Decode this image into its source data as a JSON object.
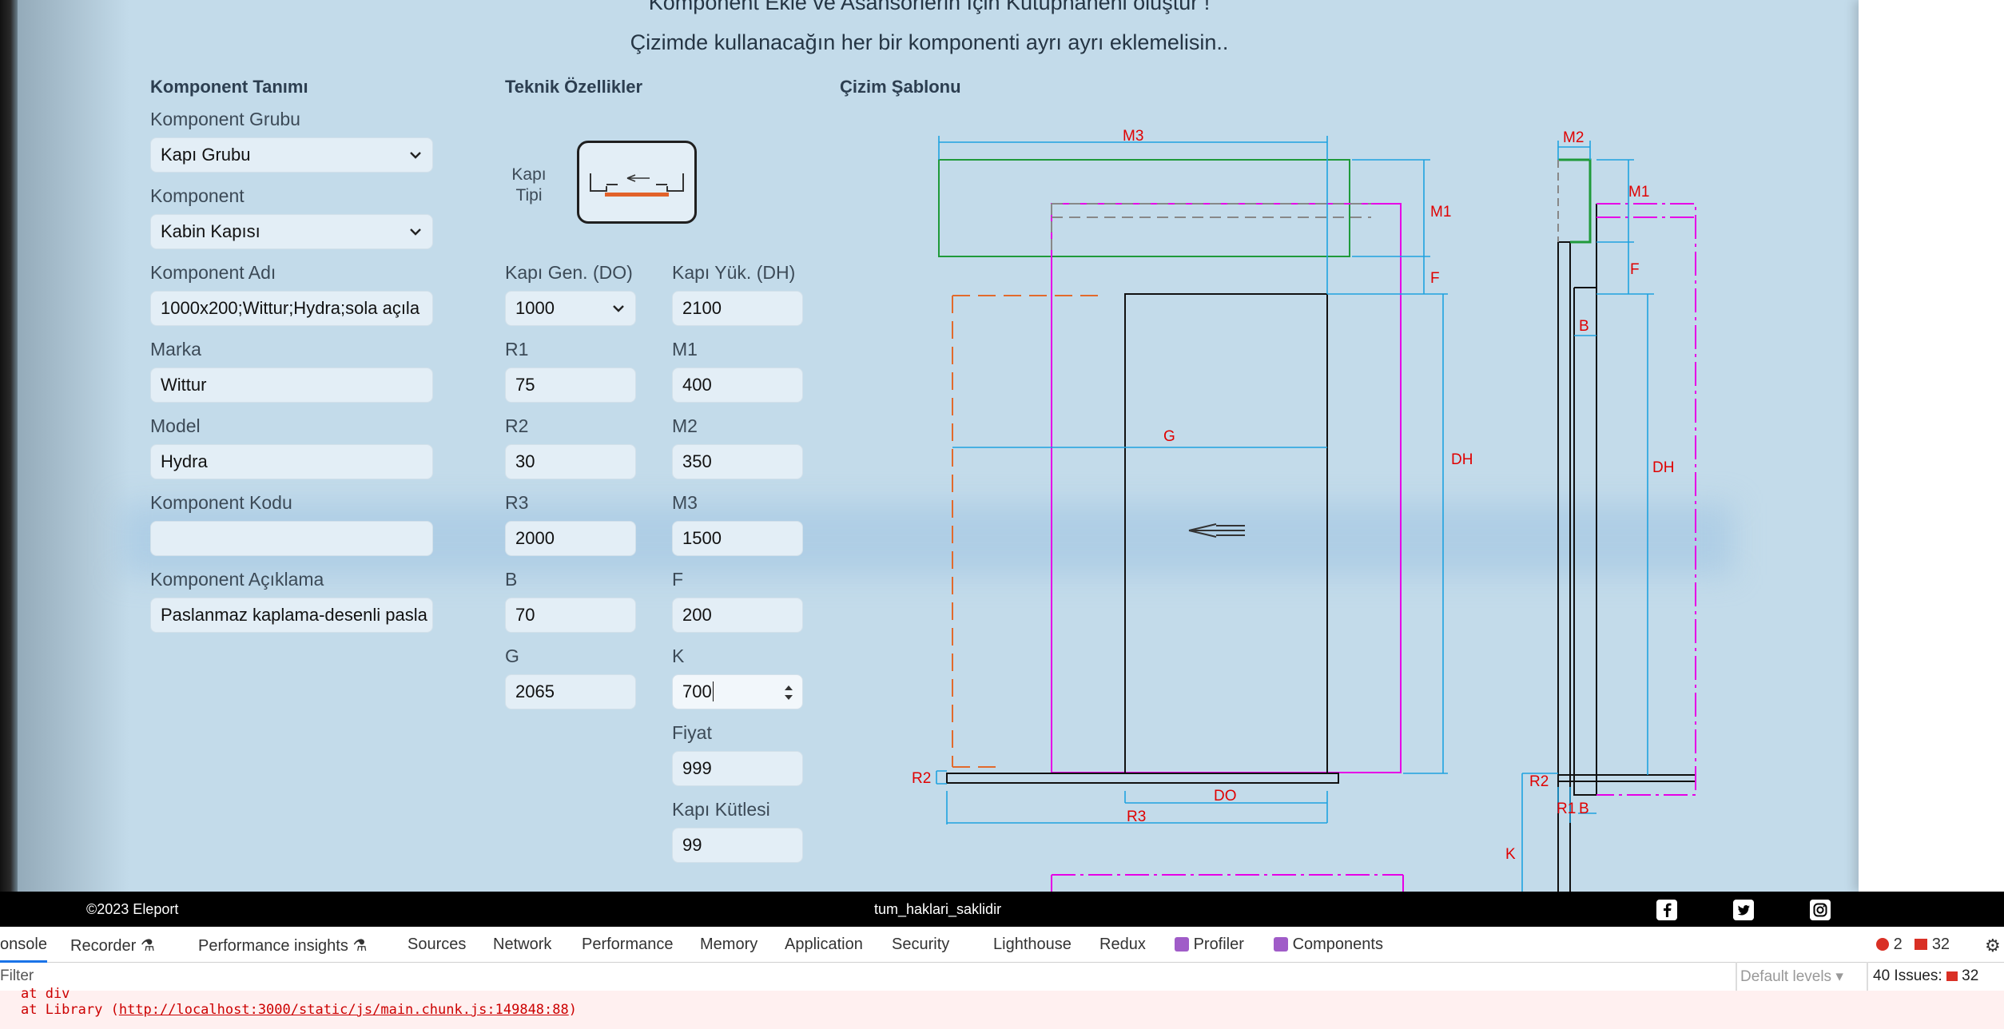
{
  "page": {
    "heading1": "Komponent Ekle ve Asansörlerin İçin Kütüphaneni oluştur !",
    "heading2": "Çizimde kullanacağın her bir komponenti ayrı ayrı eklemelisin.."
  },
  "komponent_tanimi": {
    "title": "Komponent Tanımı",
    "grup_label": "Komponent Grubu",
    "grup_value": "Kapı Grubu",
    "komponent_label": "Komponent",
    "komponent_value": "Kabin Kapısı",
    "adi_label": "Komponent Adı",
    "adi_value": "1000x200;Wittur;Hydra;sola açıla",
    "marka_label": "Marka",
    "marka_value": "Wittur",
    "model_label": "Model",
    "model_value": "Hydra",
    "kodu_label": "Komponent Kodu",
    "kodu_value": "",
    "aciklama_label": "Komponent Açıklama",
    "aciklama_value": "Paslanmaz kaplama-desenli pasla"
  },
  "teknik": {
    "title": "Teknik Özellikler",
    "kapi_tipi_label": "Kapı Tipi",
    "kapi_gen_label": "Kapı Gen. (DO)",
    "kapi_gen_value": "1000",
    "kapi_yuk_label": "Kapı Yük. (DH)",
    "kapi_yuk_value": "2100",
    "r1_label": "R1",
    "r1_value": "75",
    "m1_label": "M1",
    "m1_value": "400",
    "r2_label": "R2",
    "r2_value": "30",
    "m2_label": "M2",
    "m2_value": "350",
    "r3_label": "R3",
    "r3_value": "2000",
    "m3_label": "M3",
    "m3_value": "1500",
    "b_label": "B",
    "b_value": "70",
    "f_label": "F",
    "f_value": "200",
    "g_label": "G",
    "g_value": "2065",
    "k_label": "K",
    "k_value": "700",
    "fiyat_label": "Fiyat",
    "fiyat_value": "999",
    "kutle_label": "Kapı Kütlesi",
    "kutle_value": "99"
  },
  "cizim": {
    "title": "Çizim Şablonu",
    "labels": {
      "m3": "M3",
      "m2": "M2",
      "m1": "M1",
      "m1b": "M1",
      "f": "F",
      "fb": "F",
      "g": "G",
      "dh": "DH",
      "dhb": "DH",
      "b": "B",
      "bb": "B",
      "r2": "R2",
      "r2b": "R2",
      "r1": "R1",
      "do": "DO",
      "r3": "R3",
      "k": "K"
    }
  },
  "footer": {
    "copyright": "©2023 Eleport",
    "rights": "tum_haklari_saklidir"
  },
  "devtools": {
    "tabs": [
      "onsole",
      "Recorder",
      "Performance insights",
      "Sources",
      "Network",
      "Performance",
      "Memory",
      "Application",
      "Security",
      "Lighthouse",
      "Redux",
      "Profiler",
      "Components"
    ],
    "errors": "2",
    "warnings": "32",
    "filter_placeholder": "Filter",
    "default_levels": "Default levels",
    "issues_label": "40 Issues:",
    "issues_count": "32",
    "console_line1": "at div",
    "console_line2_prefix": "at Library (",
    "console_line2_link": "http://localhost:3000/static/js/main.chunk.js:149848:88",
    "console_line2_suffix": ")"
  },
  "colors": {
    "accent_red": "#e00000",
    "dim_blue": "#1fa2e0",
    "magenta": "#e600e6",
    "green": "#1f9a3a",
    "orange": "#e26a2c"
  }
}
